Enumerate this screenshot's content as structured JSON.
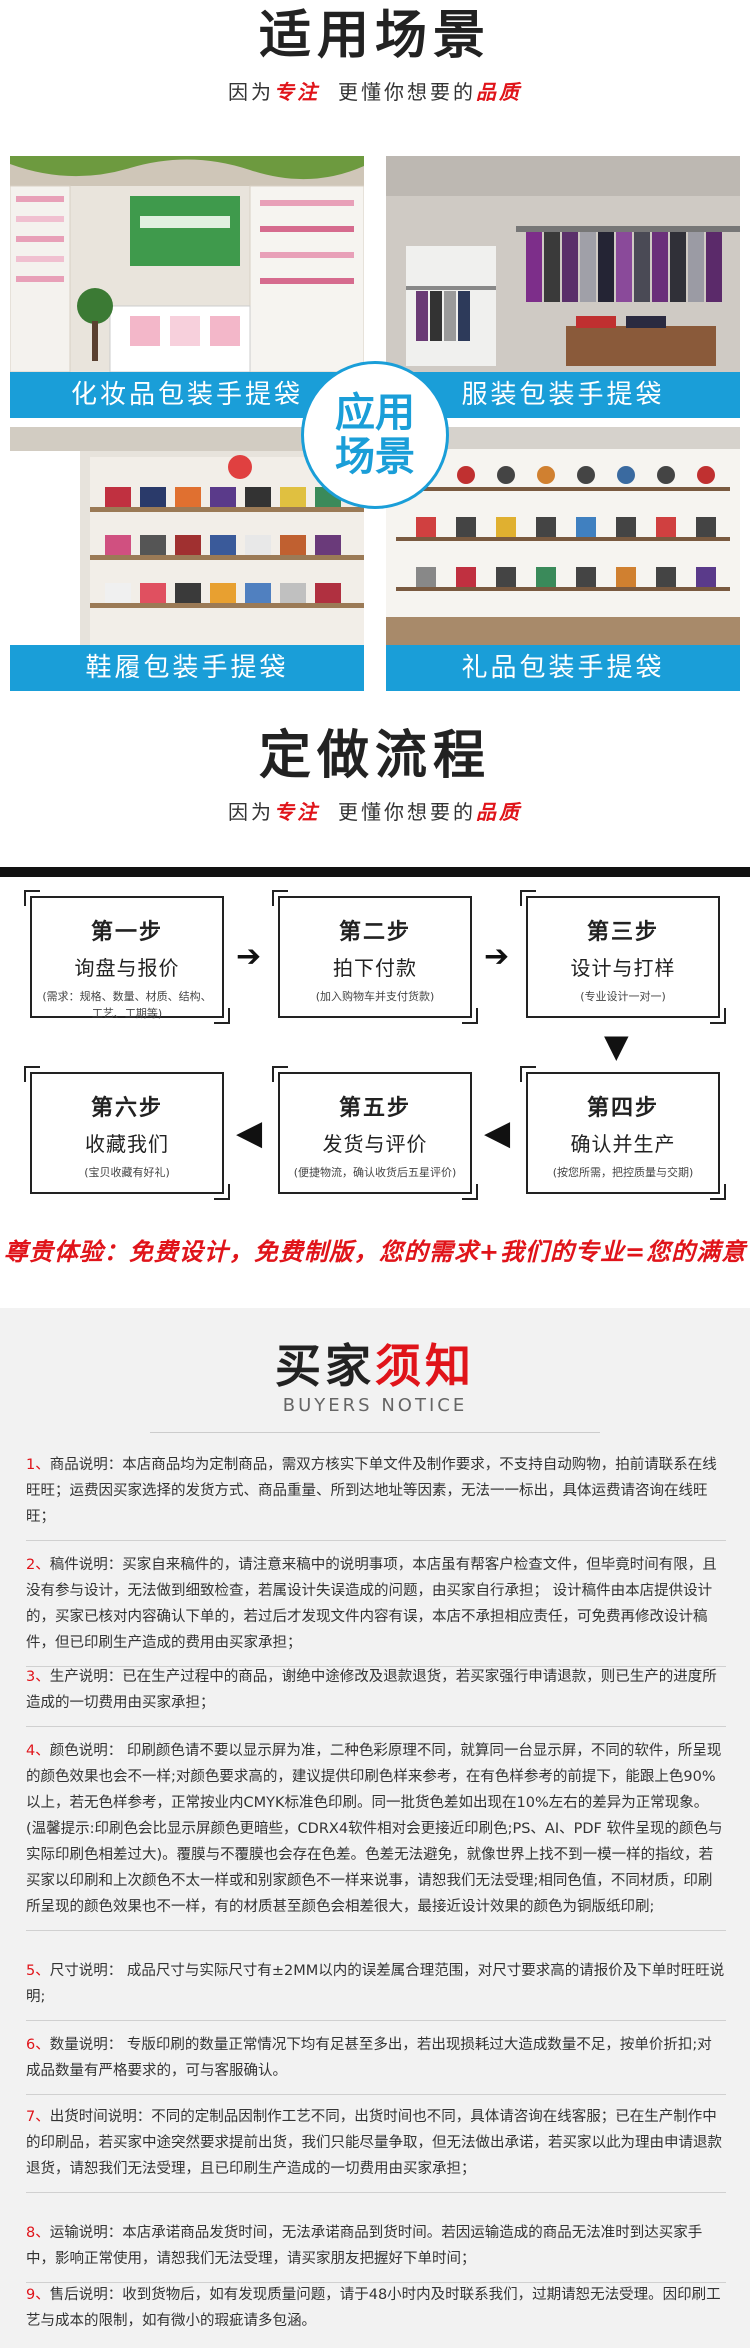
{
  "scenes_section": {
    "title": "适用场景",
    "sub_prefix": "因为",
    "sub_red1": "专注",
    "sub_middle": "更懂你想要的",
    "sub_red2": "品质",
    "badge": [
      "应用",
      "场景"
    ],
    "items": [
      {
        "caption": "化妆品包装手提袋",
        "icon": "cosmetics-store-photo"
      },
      {
        "caption": "服装包装手提袋",
        "icon": "clothing-store-photo"
      },
      {
        "caption": "鞋履包装手提袋",
        "icon": "shoe-store-photo"
      },
      {
        "caption": "礼品包装手提袋",
        "icon": "gift-store-photo"
      }
    ]
  },
  "process_section": {
    "title": "定做流程",
    "sub_prefix": "因为",
    "sub_red1": "专注",
    "sub_middle": "更懂你想要的",
    "sub_red2": "品质",
    "steps": [
      {
        "step": "第一步",
        "name": "询盘与报价",
        "note": "(需求：规格、数量、材质、结构、工艺、工期等)"
      },
      {
        "step": "第二步",
        "name": "拍下付款",
        "note": "(加入购物车并支付货款)"
      },
      {
        "step": "第三步",
        "name": "设计与打样",
        "note": "(专业设计一对一)"
      },
      {
        "step": "第四步",
        "name": "确认并生产",
        "note": "(按您所需，把控质量与交期)"
      },
      {
        "step": "第五步",
        "name": "发货与评价",
        "note": "(便捷物流，确认收货后五星评价)"
      },
      {
        "step": "第六步",
        "name": "收藏我们",
        "note": "(宝贝收藏有好礼)"
      }
    ],
    "slogan": "尊贵体验：免费设计，免费制版，您的需求+我们的专业=您的满意"
  },
  "notice_section": {
    "title_a": "买家",
    "title_b": "须知",
    "subtitle": "BUYERS NOTICE",
    "items": [
      {
        "num": "1、",
        "text": "商品说明：本店商品均为定制商品，需双方核实下单文件及制作要求，不支持自动购物，拍前请联系在线旺旺；运费因买家选择的发货方式、商品重量、所到达地址等因素，无法一一标出，具体运费请咨询在线旺旺；"
      },
      {
        "num": "2、",
        "text": "稿件说明：买家自来稿件的，请注意来稿中的说明事项，本店虽有帮客户检查文件，但毕竟时间有限，且没有参与设计，无法做到细致检查，若属设计失误造成的问题，由买家自行承担；        设计稿件由本店提供设计的，买家已核对内容确认下单的，若过后才发现文件内容有误，本店不承担相应责任，可免费再修改设计稿件，但已印刷生产造成的费用由买家承担；"
      },
      {
        "num": "3、",
        "text": "生产说明：已在生产过程中的商品，谢绝中途修改及退款退货，若买家强行申请退款，则已生产的进度所造成的一切费用由买家承担；"
      },
      {
        "num": "4、",
        "text": "颜色说明：  印刷颜色请不要以显示屏为准，二种色彩原理不同，就算同一台显示屏，不同的软件，所呈现的颜色效果也会不一样;对颜色要求高的，建议提供印刷色样来参考，在有色样参考的前提下，能跟上色90%以上，若无色样参考，正常按业内CMYK标准色印刷。同一批货色差如出现在10%左右的差异为正常现象。(温馨提示:印刷色会比显示屏颜色更暗些，CDRX4软件相对会更接近印刷色;PS、AI、PDF 软件呈现的颜色与实际印刷色相差过大)。覆膜与不覆膜也会存在色差。色差无法避免，就像世界上找不到一模一样的指纹，若买家以印刷和上次颜色不太一样或和别家颜色不一样来说事，请恕我们无法受理;相同色值，不同材质，印刷所呈现的颜色效果也不一样，有的材质甚至颜色会相差很大，最接近设计效果的颜色为铜版纸印刷;"
      },
      {
        "num": "5、",
        "text": "尺寸说明：  成品尺寸与实际尺寸有±2MM以内的误差属合理范围，对尺寸要求高的请报价及下单时旺旺说明;"
      },
      {
        "num": "6、",
        "text": "数量说明：  专版印刷的数量正常情况下均有足甚至多出，若出现损耗过大造成数量不足，按单价折扣;对成品数量有严格要求的，可与客服确认。"
      },
      {
        "num": "7、",
        "text": "出货时间说明：不同的定制品因制作工艺不同，出货时间也不同，具体请咨询在线客服；已在生产制作中的印刷品，若买家中途突然要求提前出货，我们只能尽量争取，但无法做出承诺，若买家以此为理由申请退款退货，请恕我们无法受理，且已印刷生产造成的一切费用由买家承担；"
      },
      {
        "num": "8、",
        "text": "运输说明：本店承诺商品发货时间，无法承诺商品到货时间。若因运输造成的商品无法准时到达买家手中，影响正常使用，请恕我们无法受理，请买家朋友把握好下单时间；"
      },
      {
        "num": "9、",
        "text": "售后说明：收到货物后，如有发现质量问题，请于48小时内及时联系我们，过期请恕无法受理。因印刷工艺与成本的限制，如有微小的瑕疵请多包涵。"
      }
    ]
  },
  "colors": {
    "accent_blue": "#1a9ed8",
    "accent_red": "#e0141a"
  }
}
